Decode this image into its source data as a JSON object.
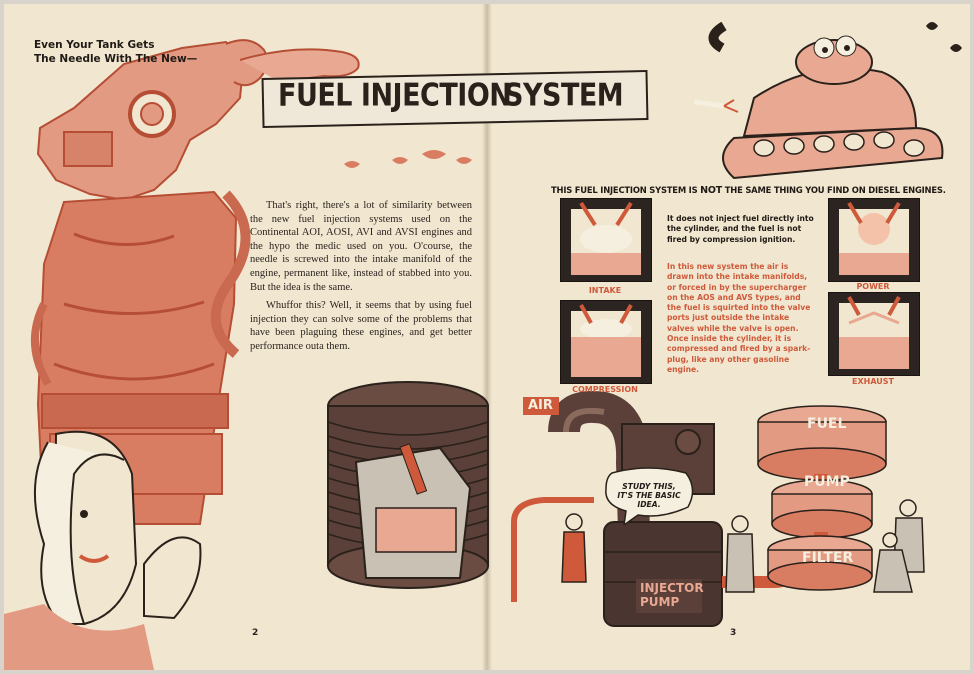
{
  "left_page": {
    "kicker": [
      "Even Your Tank Gets",
      "The Needle With The New—"
    ],
    "title_left": "FUEL INJECTION",
    "paragraphs": [
      "That's right, there's a lot of similarity between the new fuel injection systems used on the Continental AOI, AOSI, AVI and AVSI engines and the hypo the medic used on you. O'course, the needle is screwed into the intake manifold of the engine, permanent like, instead of stabbed into you. But the idea is the same.",
      "Whuffor this? Well, it seems that by using fuel injection they can solve some of the problems that have been plaguing these engines, and get better performance outa them."
    ],
    "page_number": "2"
  },
  "right_page": {
    "title_right": "SYSTEM",
    "diesel_note": {
      "before": "THIS FUEL INJECTION SYSTEM IS ",
      "emphasis": "NOT",
      "after": " THE SAME THING YOU FIND ON DIESEL ENGINES."
    },
    "strokes": {
      "intake": "INTAKE",
      "compression": "COMPRESSION",
      "power": "POWER",
      "exhaust": "EXHAUST"
    },
    "description_1": "It does not inject fuel directly into the cylinder, and the fuel is not fired by compression ignition.",
    "description_2": "In this new system the air is drawn into the intake manifolds, or forced in by the supercharger on the AOS and AVS types, and the fuel is squirted into the valve ports just outside the intake valves while the valve is open. Once inside the cylinder, it is compressed and fired by a spark-plug, like any other gasoline engine.",
    "diagram": {
      "air": "AIR",
      "fuel": "FUEL",
      "pump": "PUMP",
      "filter": "FILTER",
      "injector_pump": [
        "INJECTOR",
        "PUMP"
      ],
      "speech": "STUDY THIS, IT'S THE BASIC IDEA."
    },
    "page_number": "3"
  },
  "colors": {
    "paper": "#f1e6cf",
    "salmon": "#e9a892",
    "orange_red": "#cf5a3b",
    "ink": "#2a211b",
    "dark_brown": "#5a4038"
  }
}
